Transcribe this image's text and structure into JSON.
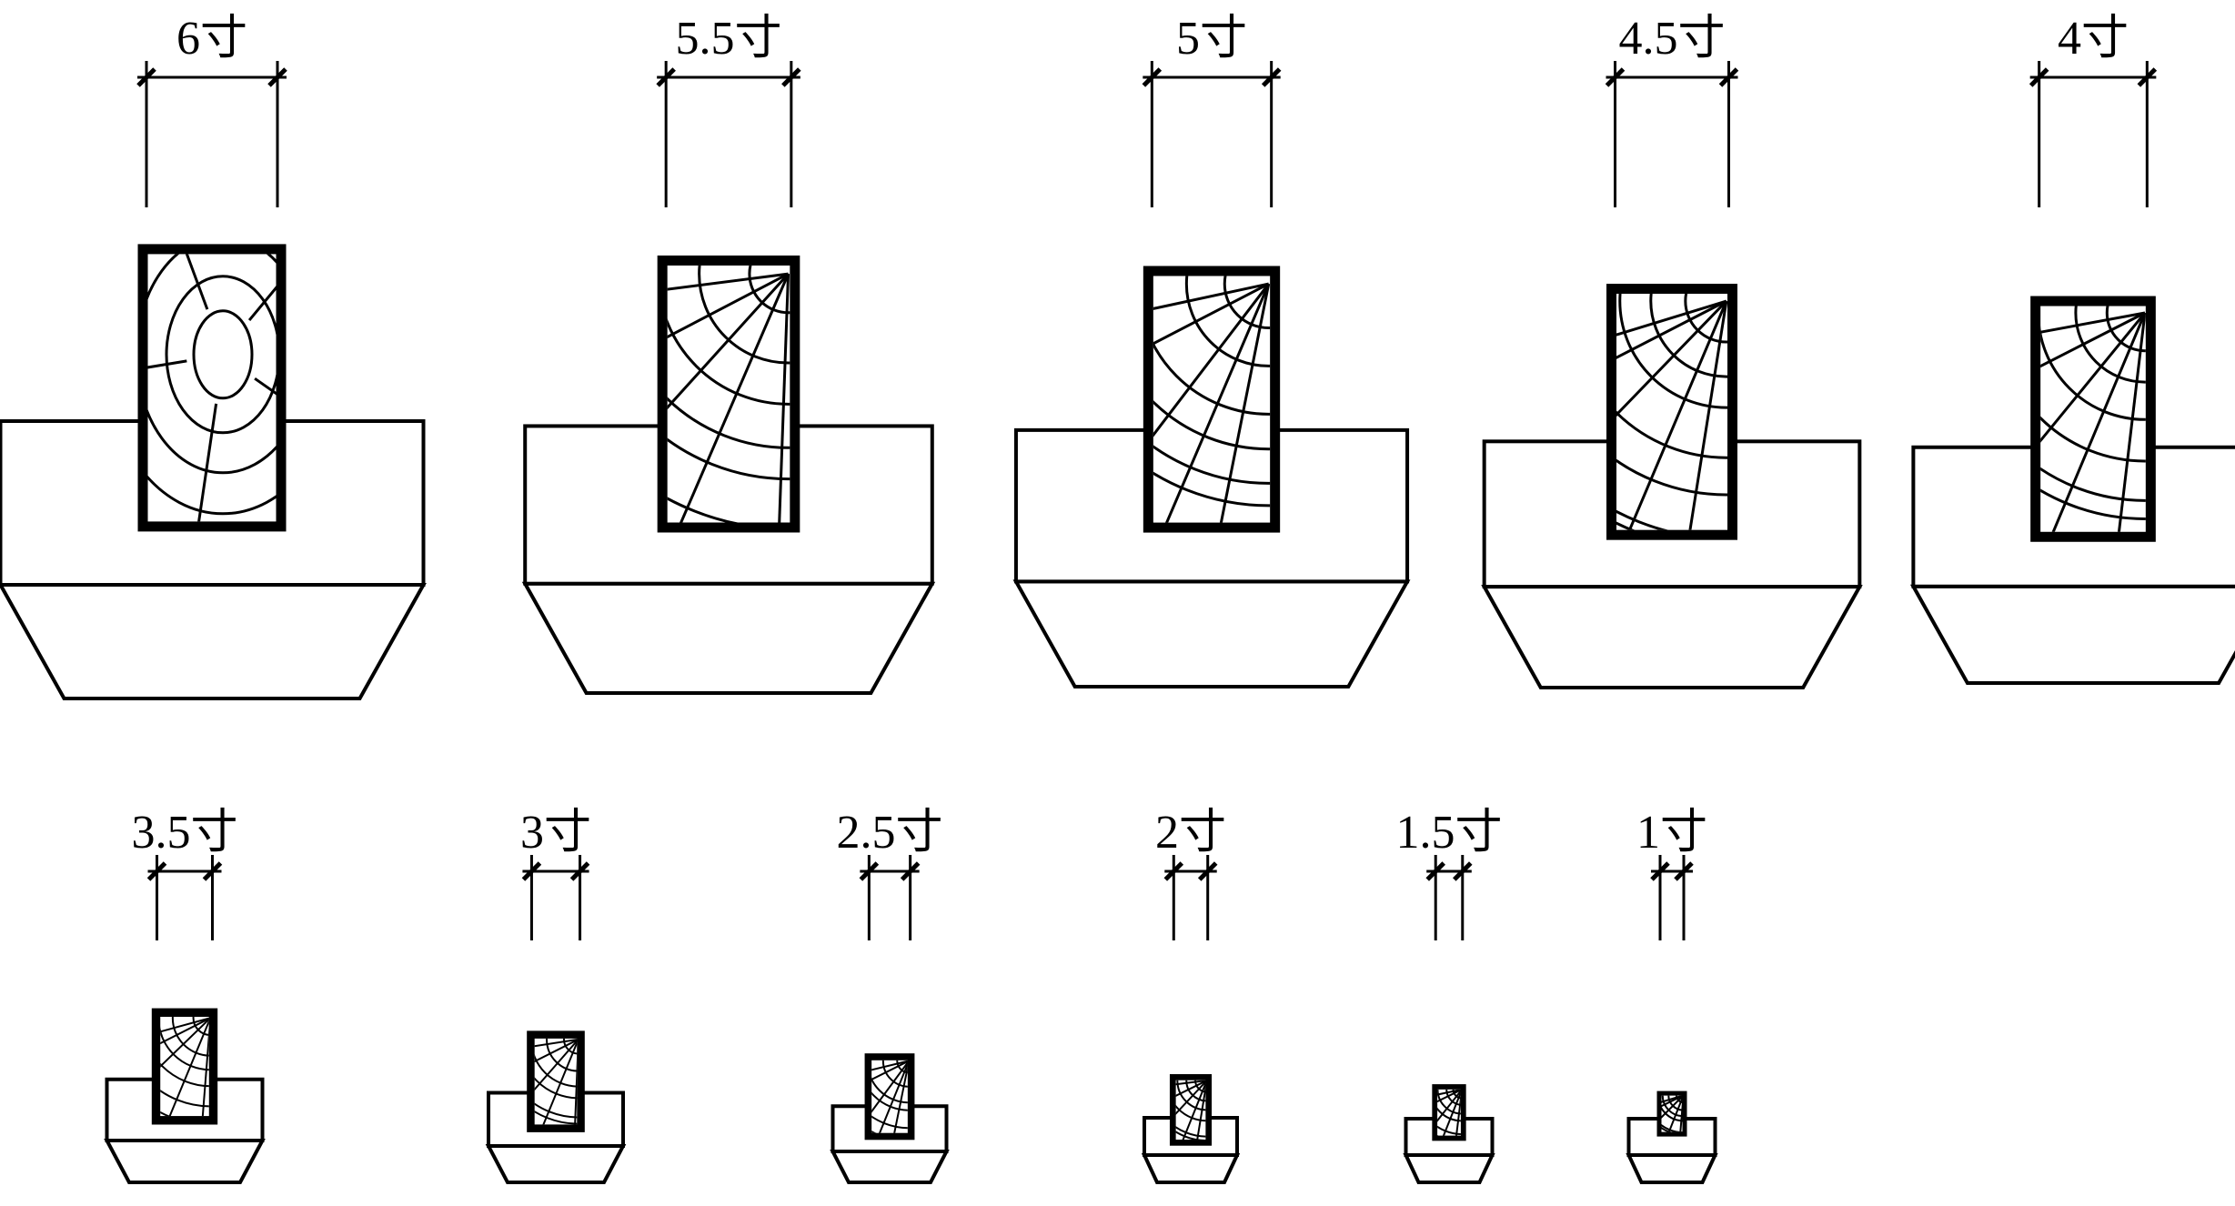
{
  "diagram": {
    "colors": {
      "stroke": "#000000",
      "background": "#ffffff"
    },
    "items": [
      {
        "label": "6寸",
        "width": 6
      },
      {
        "label": "5.5寸",
        "width": 5.5
      },
      {
        "label": "5寸",
        "width": 5
      },
      {
        "label": "4.5寸",
        "width": 4.5
      },
      {
        "label": "4寸",
        "width": 4
      },
      {
        "label": "3.5寸",
        "width": 3.5
      },
      {
        "label": "3寸",
        "width": 3
      },
      {
        "label": "2.5寸",
        "width": 2.5
      },
      {
        "label": "2寸",
        "width": 2
      },
      {
        "label": "1.5寸",
        "width": 1.5
      },
      {
        "label": "1寸",
        "width": 1
      }
    ]
  }
}
